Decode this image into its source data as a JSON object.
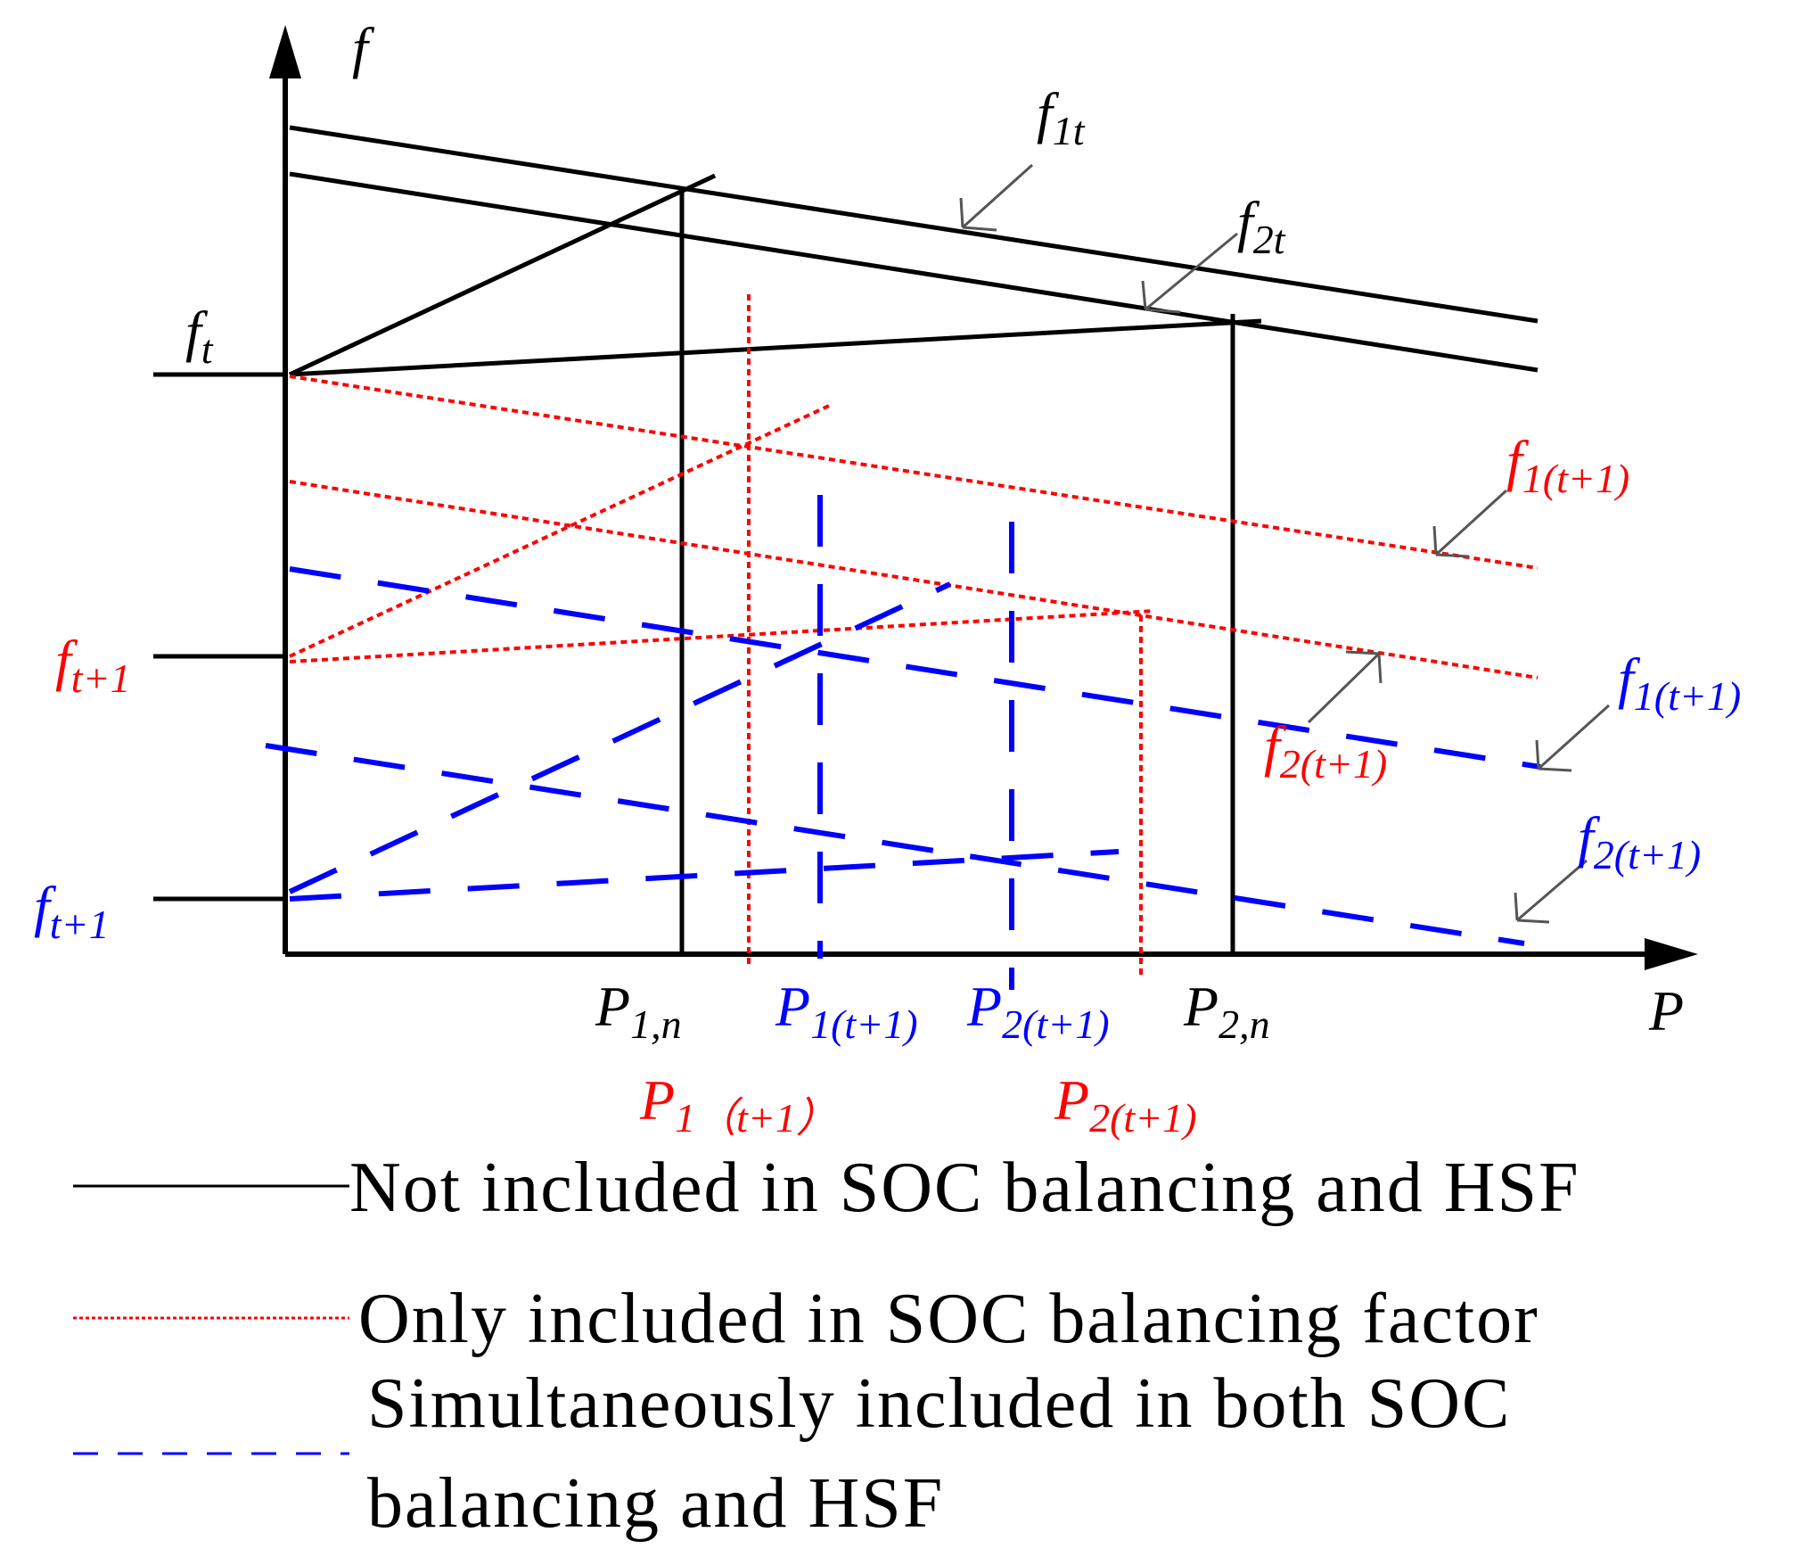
{
  "colors": {
    "black": "#000000",
    "red": "#ff0000",
    "blue": "#0000ff",
    "arrow": "#555555"
  },
  "axis": {
    "y_label": "f",
    "x_label": "P"
  },
  "labels": {
    "ft": {
      "main": "f",
      "sub": "t"
    },
    "ft1_red": {
      "main": "f",
      "sub": "t+1"
    },
    "ft1_blue": {
      "main": "f",
      "sub": "t+1"
    },
    "f1t": {
      "main": "f",
      "sub": "1t"
    },
    "f2t": {
      "main": "f",
      "sub": "2t"
    },
    "f1_red": {
      "main": "f",
      "sub": "1(t+1)"
    },
    "f2_red": {
      "main": "f",
      "sub": "2(t+1)"
    },
    "f1_blue": {
      "main": "f",
      "sub": "1(t+1)"
    },
    "f2_blue": {
      "main": "f",
      "sub": "2(t+1)"
    },
    "p1n": {
      "main": "P",
      "sub": "1,n"
    },
    "p2n": {
      "main": "P",
      "sub": "2,n"
    },
    "p1_blue": {
      "main": "P",
      "sub": "1(t+1)"
    },
    "p2_blue": {
      "main": "P",
      "sub": "2(t+1)"
    },
    "p1_red": {
      "main": "P",
      "sub": "1（t+1）"
    },
    "p2_red": {
      "main": "P",
      "sub": "2(t+1)"
    }
  },
  "legend": {
    "item1": "Not included in SOC balancing and HSF",
    "item2": "Only included in SOC  balancing factor",
    "item3_line1": "Simultaneously  included in both SOC",
    "item3_line2": "balancing and HSF"
  }
}
